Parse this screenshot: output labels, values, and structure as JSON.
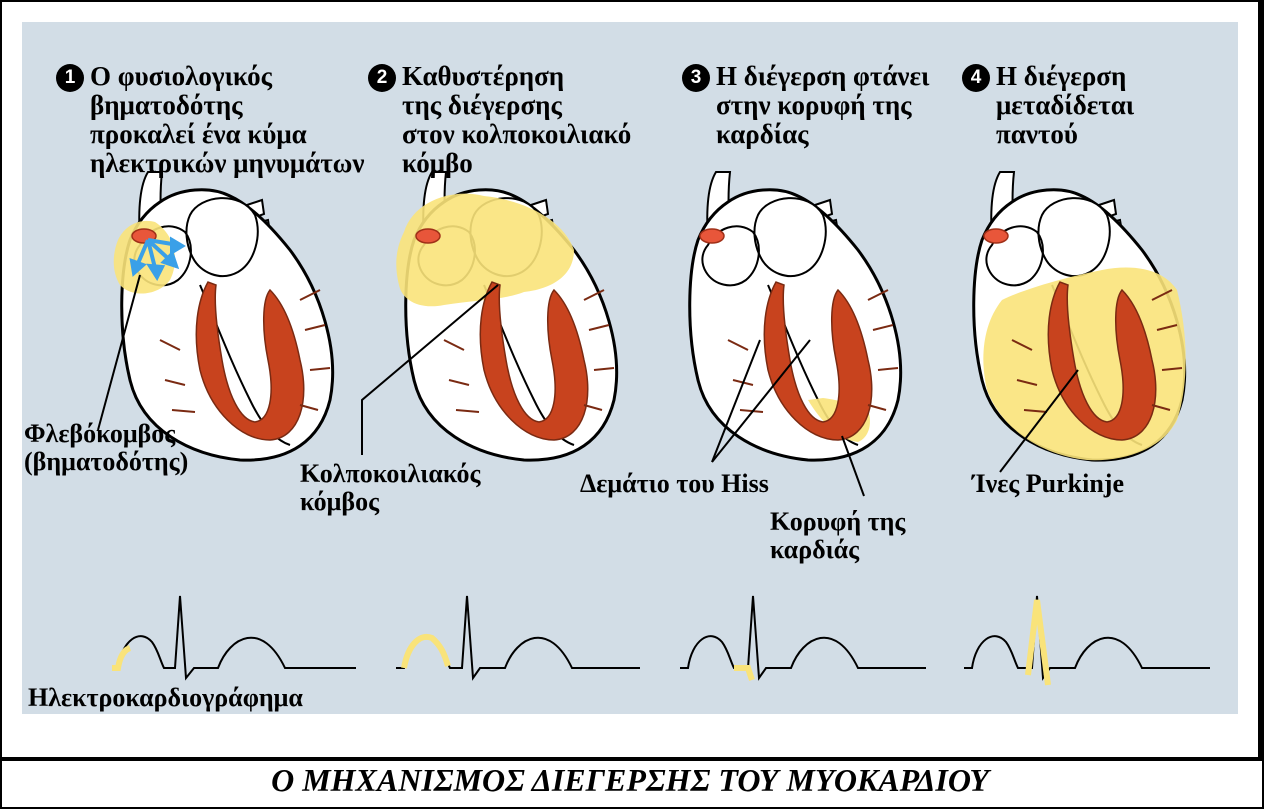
{
  "steps": [
    {
      "number": "1",
      "text": "Ο φυσιολογικός\nβηματοδότης\nπροκαλεί ένα κύμα\nηλεκτρικών μηνυμάτων"
    },
    {
      "number": "2",
      "text": "Καθυστέρηση\nτης διέγερσης\nστον κολποκοιλιακό\nκόμβο"
    },
    {
      "number": "3",
      "text": "Η διέγερση φτάνει\nστην κορυφή της\nκαρδίας"
    },
    {
      "number": "4",
      "text": "Η διέγερση\nμεταδίδεται\nπαντού"
    }
  ],
  "labels": {
    "sa_node": "Φλεβόκομβος\n(βηματοδότης)",
    "av_node": "Κολποκοιλιακός\nκόμβος",
    "bundle_of_his": "Δεμάτιο του Hiss",
    "apex": "Κορυφή της\nκαρδιάς",
    "purkinje": "Ίνες Purkinje",
    "ecg": "Ηλεκτροκαρδιογράφημα"
  },
  "caption": "Ο ΜΗΧΑΝΙΣΜΟΣ ΔΙΕΓΕΡΣΗΣ ΤΟΥ ΜΥΟΚΑΡΔΙΟΥ",
  "colors": {
    "background_panel": "#d2dde6",
    "excitation": "#f9e37a",
    "conduction_fibers": "#c8431e",
    "sa_node": "#e8563a",
    "arrows": "#3aa0e8"
  }
}
